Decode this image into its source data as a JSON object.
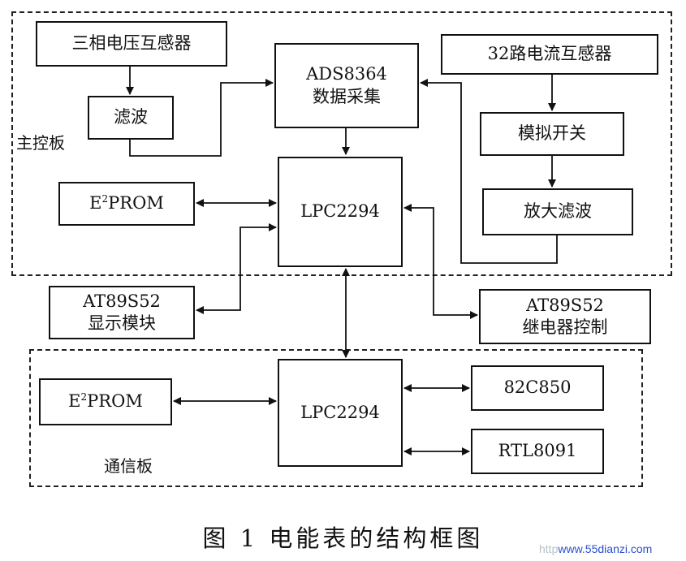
{
  "colors": {
    "line": "#111111",
    "watermark": "#2a4fd0"
  },
  "regions": {
    "main_board": "主控板",
    "comm_board": "通信板"
  },
  "boxes": {
    "three_phase_vt": "三相电压互感器",
    "filter": "滤波",
    "ads_line1": "ADS8364",
    "ads_line2": "数据采集",
    "ct_32": "32路电流互感器",
    "analog_switch": "模拟开关",
    "amp_filter": "放大滤波",
    "eeprom_main_base": "E",
    "eeprom_main_sup": "2",
    "eeprom_main_tail": "PROM",
    "lpc_main": "LPC2294",
    "display_line1": "AT89S52",
    "display_line2": "显示模块",
    "relay_line1": "AT89S52",
    "relay_line2": "继电器控制",
    "eeprom_comm_base": "E",
    "eeprom_comm_sup": "2",
    "eeprom_comm_tail": "PROM",
    "lpc_comm": "LPC2294",
    "can_ctrl": "82C850",
    "eth_ctrl": "RTL8091"
  },
  "caption": "图 1   电能表的结构框图",
  "watermark": {
    "prefix": "http",
    "site": "www.55dianzi.com"
  }
}
